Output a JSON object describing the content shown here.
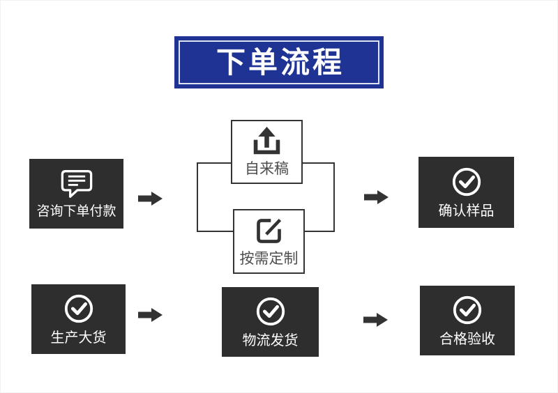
{
  "banner": {
    "title": "下单流程"
  },
  "colors": {
    "banner_blue": "#1f3394",
    "banner_inner_border": "#dfe4f2",
    "box_dark": "#2e2e2e",
    "line_dark": "#333333",
    "light_label_gray": "#4d4d4d",
    "white": "#ffffff"
  },
  "steps": [
    {
      "id": "consult-order-pay",
      "label": "咨询下单付款",
      "icon": "chat-bubble-icon"
    },
    {
      "id": "self-submitted-draft",
      "label": "自来稿",
      "icon": "upload-icon"
    },
    {
      "id": "custom-on-demand",
      "label": "按需定制",
      "icon": "edit-icon"
    },
    {
      "id": "confirm-sample",
      "label": "确认样品",
      "icon": "check-circle-icon"
    },
    {
      "id": "bulk-production",
      "label": "生产大货",
      "icon": "check-circle-icon"
    },
    {
      "id": "logistics-shipping",
      "label": "物流发货",
      "icon": "check-circle-icon"
    },
    {
      "id": "qualified-acceptance",
      "label": "合格验收",
      "icon": "check-circle-icon"
    }
  ]
}
